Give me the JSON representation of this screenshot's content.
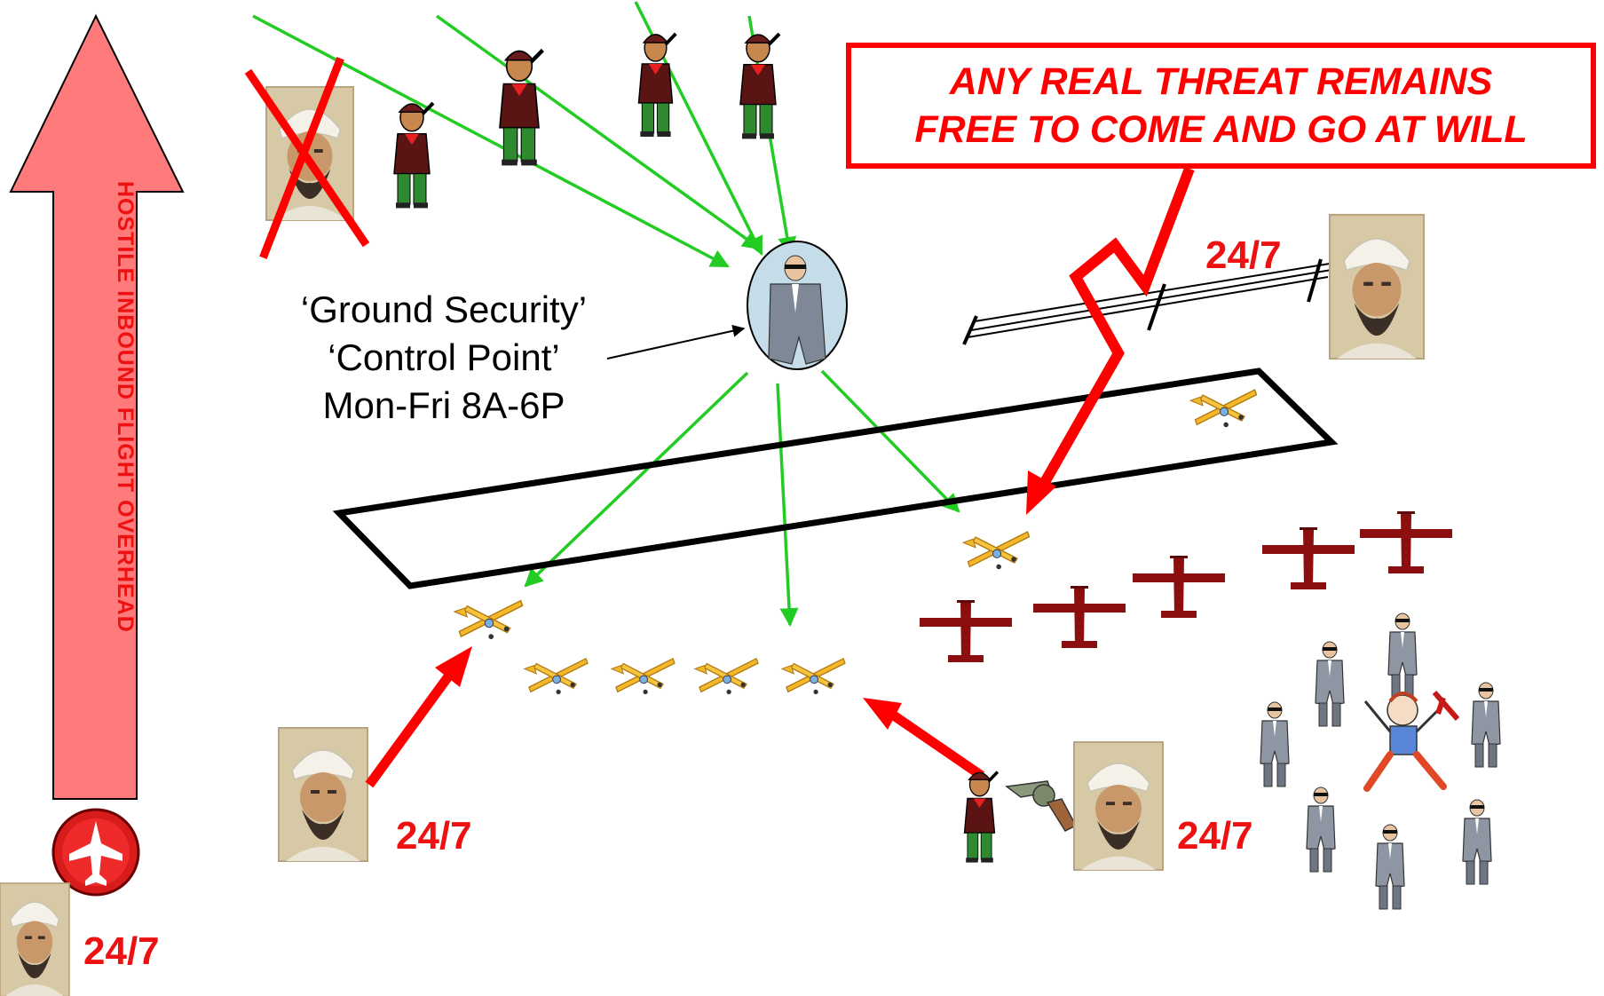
{
  "diagram": {
    "vertical_banner": "HOSTILE INBOUND FLIGHT OVERHEAD",
    "threat_callout": {
      "line1": "ANY REAL THREAT REMAINS",
      "line2": "FREE TO COME AND GO AT WILL"
    },
    "control_point_label": {
      "line1": "‘Ground Security’",
      "line2": "‘Control Point’",
      "line3": "Mon-Fri 8A-6P"
    },
    "access_labels": [
      "24/7",
      "24/7",
      "24/7",
      "24/7"
    ],
    "colors": {
      "threat_red": "#ff0000",
      "label_red": "#ee1111",
      "banner_fill": "#ff7a7a",
      "green_arrow": "#22cc22",
      "plane_yellow": "#f4b82a",
      "plane_maroon": "#8b0f0f",
      "runway_stroke": "#000000"
    },
    "icons": [
      "hostile-figure-icon",
      "pilot-icon",
      "security-guard-icon",
      "yellow-plane-icon",
      "maroon-plane-icon",
      "revolver-icon",
      "airport-sign-icon",
      "fence-icon",
      "red-x-icon"
    ]
  }
}
